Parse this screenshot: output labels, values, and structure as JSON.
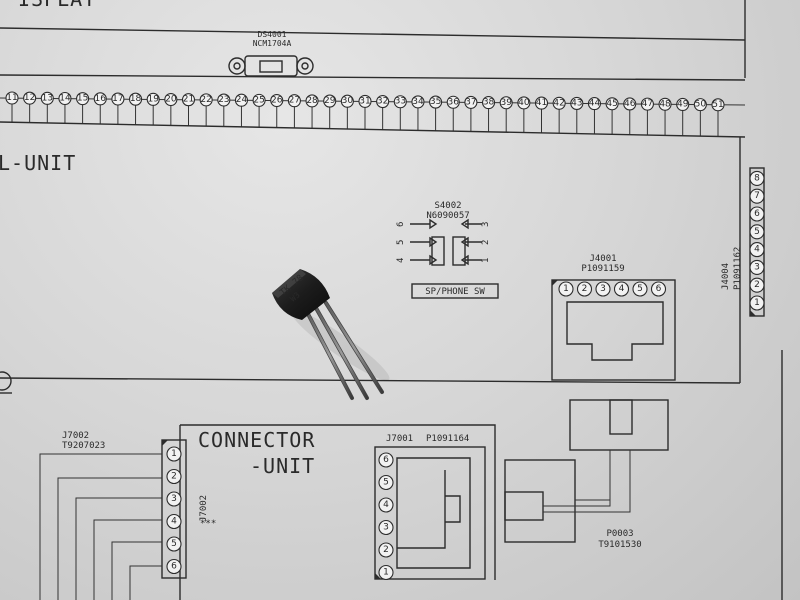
{
  "schematic": {
    "top_label": "ISPLAY",
    "ds4001": {
      "ref": "DS4001",
      "part": "NCM1704A"
    },
    "ribbon_start": 11,
    "ribbon_end": 51,
    "control_unit_label": "L-UNIT",
    "s4002": {
      "ref": "S4002",
      "part": "N6090057",
      "caption": "SP/PHONE SW",
      "left_pins": [
        "6",
        "5",
        "4"
      ],
      "right_pins": [
        "3",
        "2",
        "1"
      ]
    },
    "j4001": {
      "ref": "J4001",
      "part": "P1091159",
      "pins": [
        "1",
        "2",
        "3",
        "4",
        "5",
        "6"
      ]
    },
    "j4004": {
      "ref": "J4004",
      "part": "P1091162",
      "pins": [
        "1",
        "2",
        "3",
        "4",
        "5",
        "6",
        "7",
        "8"
      ]
    },
    "connector_unit": {
      "line1": "CONNECTOR",
      "line2": "-UNIT"
    },
    "j7002": {
      "ref": "J7002",
      "part": "T9207023",
      "vertical_ref": "J7002",
      "stars": "***",
      "pins": [
        "1",
        "2",
        "3",
        "4",
        "5",
        "6"
      ]
    },
    "j7001": {
      "ref": "J7001",
      "part": "P1091164",
      "pins": [
        "6",
        "5",
        "4",
        "3",
        "2",
        "1"
      ]
    },
    "p0003": {
      "ref": "P0003",
      "part": "T9101530"
    }
  },
  "component": {
    "type": "TO-92 transistor",
    "marking_line1": "TK 78",
    "marking_line2": "W3"
  }
}
